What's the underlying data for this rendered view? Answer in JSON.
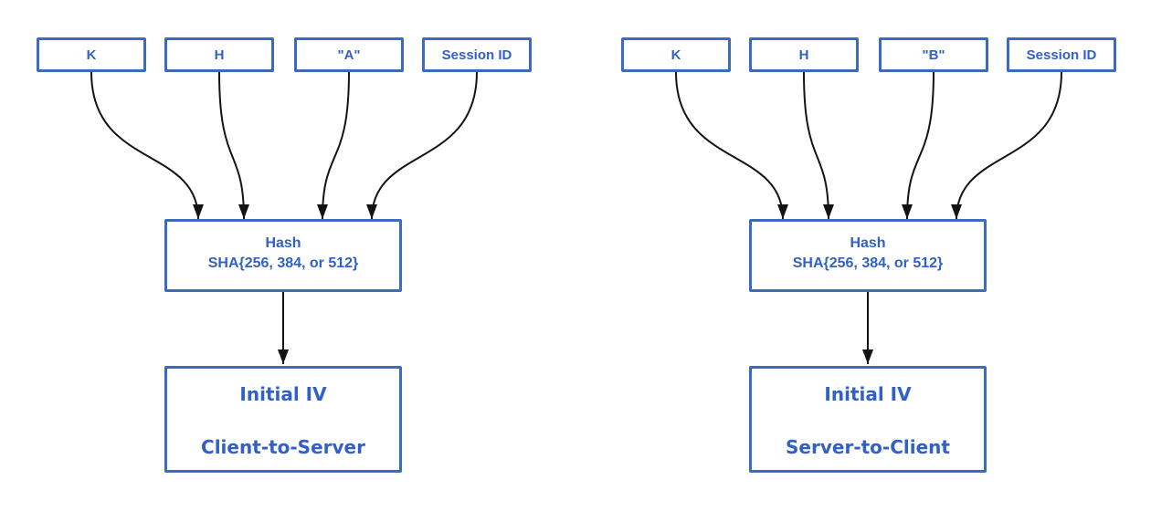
{
  "colors": {
    "border": "#3b6abf",
    "text": "#3161c4",
    "arrow": "#141414",
    "background": "#ffffff"
  },
  "diagrams": [
    {
      "id": "client-to-server",
      "inputs": [
        "K",
        "H",
        "\"A\"",
        "Session ID"
      ],
      "hash": {
        "line1": "Hash",
        "line2": "SHA{256, 384, or 512}"
      },
      "output": {
        "line1": "Initial IV",
        "line2": "Client-to-Server"
      }
    },
    {
      "id": "server-to-client",
      "inputs": [
        "K",
        "H",
        "\"B\"",
        "Session ID"
      ],
      "hash": {
        "line1": "Hash",
        "line2": "SHA{256, 384, or 512}"
      },
      "output": {
        "line1": "Initial IV",
        "line2": "Server-to-Client"
      }
    }
  ]
}
